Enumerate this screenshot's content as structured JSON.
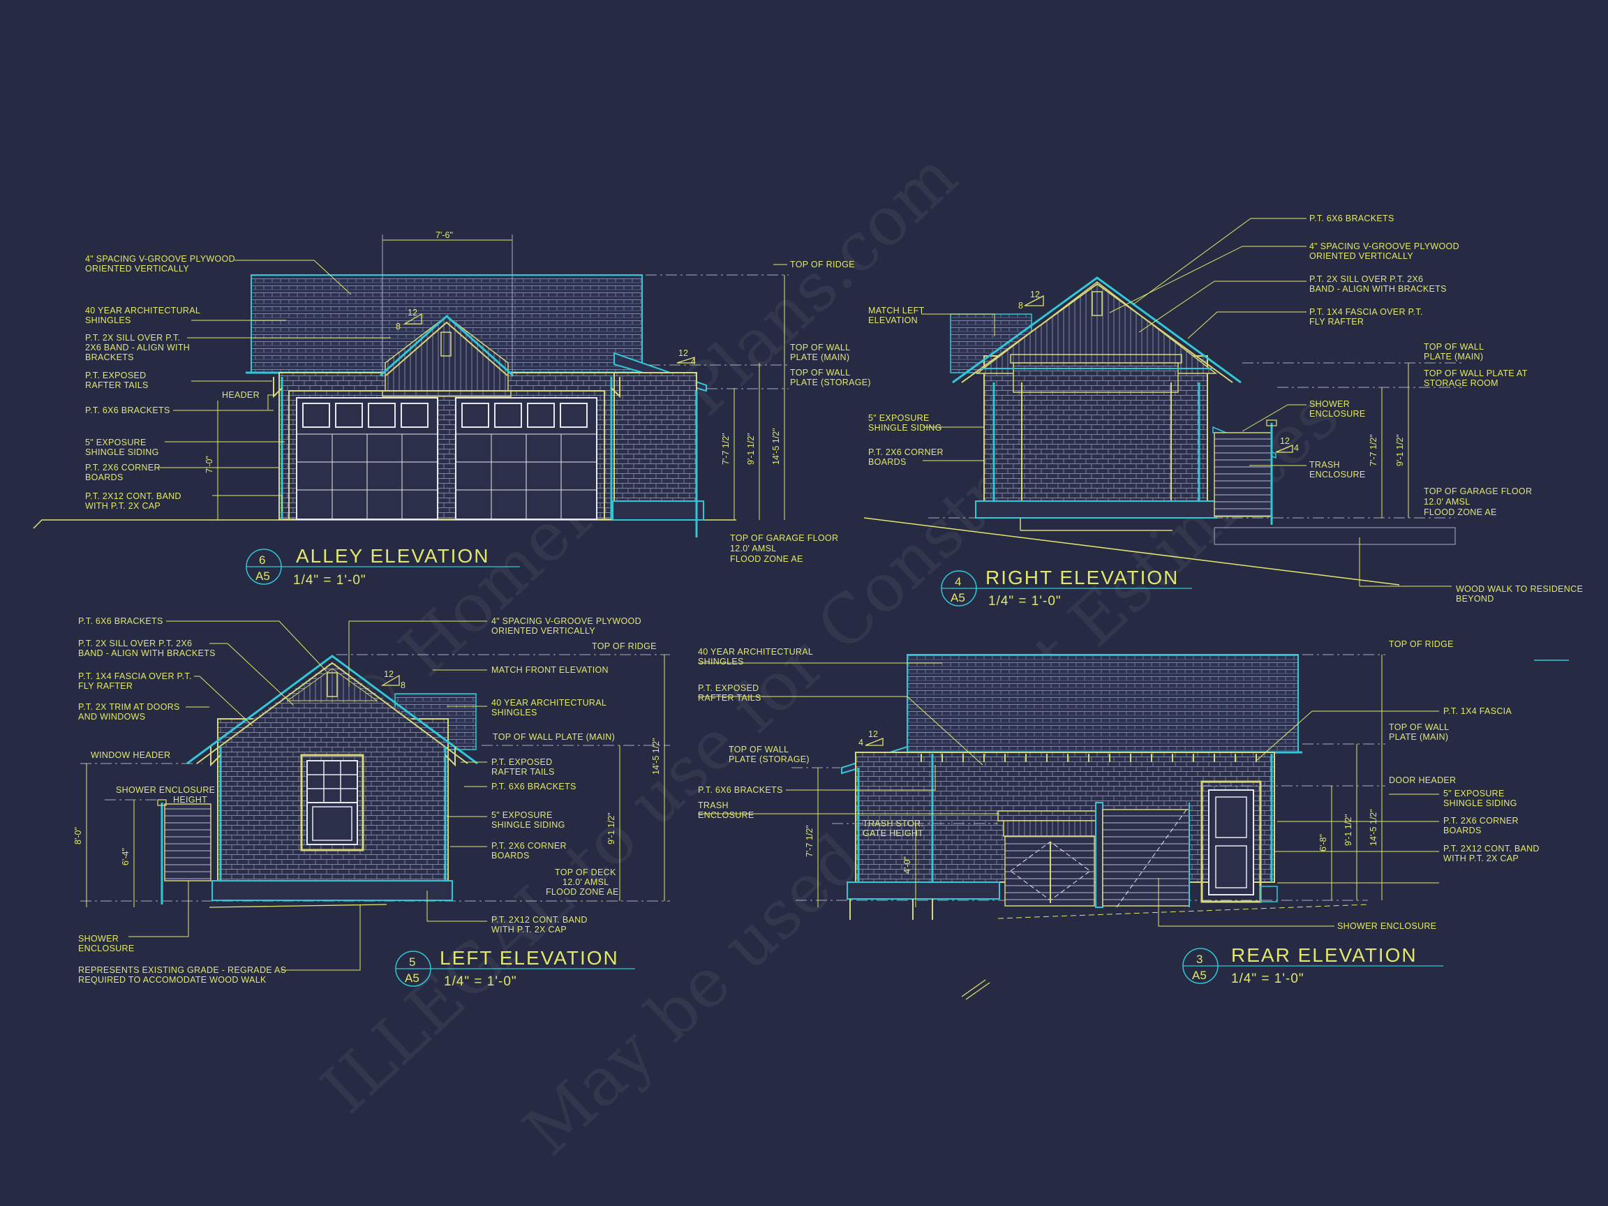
{
  "colors": {
    "background": "#262a42",
    "annotation": "#e3e86a",
    "outline": "#32c7d6",
    "framing": "#d8d77a",
    "texture": "#8890ad"
  },
  "watermark": [
    "© HomeFloorPlans.com",
    "ILLEGAL to use for Construction",
    "May be used for Cost Estimates"
  ],
  "alley": {
    "title": "ALLEY ELEVATION",
    "scale": "1/4\" = 1'-0\"",
    "num": "6",
    "sheet": "A5",
    "top_dim": "7'-6\"",
    "pitch": {
      "rise": "8",
      "run": "12"
    },
    "pitch2": {
      "rise": "4",
      "run": "12"
    },
    "notes": [
      "4\" SPACING V-GROOVE PLYWOOD",
      "ORIENTED VERTICALLY",
      "40 YEAR ARCHITECTURAL",
      "SHINGLES",
      "P.T. 2X SILL OVER P.T.",
      "2X6 BAND - ALIGN WITH",
      "BRACKETS",
      "P.T. EXPOSED",
      "RAFTER TAILS",
      "HEADER",
      "P.T. 6X6 BRACKETS",
      "5\" EXPOSURE",
      "SHINGLE SIDING",
      "P.T. 2X6 CORNER",
      "BOARDS",
      "P.T. 2X12 CONT. BAND",
      "WITH P.T. 2X CAP"
    ],
    "dims": [
      "7'-0\"",
      "7'-7 1/2\"",
      "9'-1 1/2\"",
      "14'-5 1/2\""
    ],
    "levels": [
      "TOP OF RIDGE",
      "TOP OF WALL",
      "PLATE (MAIN)",
      "TOP OF WALL",
      "PLATE (STORAGE)",
      "TOP OF GARAGE FLOOR",
      "12.0' AMSL",
      "FLOOD ZONE AE"
    ]
  },
  "right": {
    "title": "RIGHT ELEVATION",
    "scale": "1/4\" = 1'-0\"",
    "num": "4",
    "sheet": "A5",
    "pitch": {
      "rise": "8",
      "run": "12"
    },
    "pitch2": {
      "rise": "4",
      "run": "12"
    },
    "notes": [
      "P.T. 6X6 BRACKETS",
      "4\" SPACING V-GROOVE PLYWOOD",
      "ORIENTED VERTICALLY",
      "P.T. 2X SILL OVER P.T. 2X6",
      "BAND - ALIGN WITH BRACKETS",
      "P.T. 1X4 FASCIA OVER P.T.",
      "FLY RAFTER",
      "MATCH LEFT",
      "ELEVATION",
      "5\" EXPOSURE",
      "SHINGLE SIDING",
      "P.T. 2X6 CORNER",
      "BOARDS",
      "SHOWER",
      "ENCLOSURE",
      "TRASH",
      "ENCLOSURE",
      "WOOD WALK TO RESIDENCE",
      "BEYOND"
    ],
    "dims": [
      "7'-7 1/2\"",
      "9'-1 1/2\""
    ],
    "levels": [
      "TOP OF WALL",
      "PLATE (MAIN)",
      "TOP OF WALL PLATE AT",
      "STORAGE ROOM",
      "TOP OF GARAGE FLOOR",
      "12.0' AMSL",
      "FLOOD ZONE AE"
    ]
  },
  "left": {
    "title": "LEFT ELEVATION",
    "scale": "1/4\" = 1'-0\"",
    "num": "5",
    "sheet": "A5",
    "pitch": {
      "rise": "8",
      "run": "12"
    },
    "notes": [
      "P.T. 6X6 BRACKETS",
      "P.T. 2X SILL OVER P.T. 2X6",
      "BAND - ALIGN WITH BRACKETS",
      "P.T. 1X4 FASCIA OVER P.T.",
      "FLY RAFTER",
      "P.T. 2X TRIM AT DOORS",
      "AND WINDOWS",
      "WINDOW HEADER",
      "SHOWER ENCLOSURE",
      "HEIGHT",
      "4\" SPACING V-GROOVE PLYWOOD",
      "ORIENTED VERTICALLY",
      "MATCH FRONT ELEVATION",
      "40 YEAR ARCHITECTURAL",
      "SHINGLES",
      "TOP OF WALL PLATE (MAIN)",
      "P.T. EXPOSED",
      "RAFTER TAILS",
      "P.T. 6X6 BRACKETS",
      "5\" EXPOSURE",
      "SHINGLE SIDING",
      "P.T. 2X6 CORNER",
      "BOARDS",
      "P.T. 2X12 CONT. BAND",
      "WITH P.T. 2X CAP",
      "SHOWER",
      "ENCLOSURE",
      "REPRESENTS EXISTING GRADE - REGRADE AS",
      "REQUIRED TO ACCOMODATE WOOD WALK"
    ],
    "dims": [
      "8'-0\"",
      "6'-4\"",
      "9'-1 1/2\"",
      "14'-5 1/2\""
    ],
    "levels": [
      "TOP OF RIDGE",
      "TOP OF DECK",
      "12.0' AMSL",
      "FLOOD ZONE AE"
    ]
  },
  "rear": {
    "title": "REAR ELEVATION",
    "scale": "1/4\" = 1'-0\"",
    "num": "3",
    "sheet": "A5",
    "pitch": {
      "rise": "4",
      "run": "12"
    },
    "notes": [
      "40 YEAR ARCHITECTURAL",
      "SHINGLES",
      "P.T. EXPOSED",
      "RAFTER TAILS",
      "TOP OF WALL",
      "PLATE (STORAGE)",
      "P.T. 6X6 BRACKETS",
      "TRASH",
      "ENCLOSURE",
      "TRASH STOR.",
      "GATE HEIGHT",
      "P.T. 1X4 FASCIA",
      "DOOR HEADER",
      "5\" EXPOSURE",
      "SHINGLE SIDING",
      "P.T. 2X6 CORNER",
      "BOARDS",
      "P.T. 2X12 CONT. BAND",
      "WITH P.T. 2X CAP",
      "SHOWER ENCLOSURE"
    ],
    "dims": [
      "7'-7 1/2\"",
      "4'-0\"",
      "6'-8\"",
      "9'-1 1/2\"",
      "14'-5 1/2\""
    ],
    "levels": [
      "TOP OF RIDGE",
      "TOP OF WALL",
      "PLATE (MAIN)"
    ]
  }
}
